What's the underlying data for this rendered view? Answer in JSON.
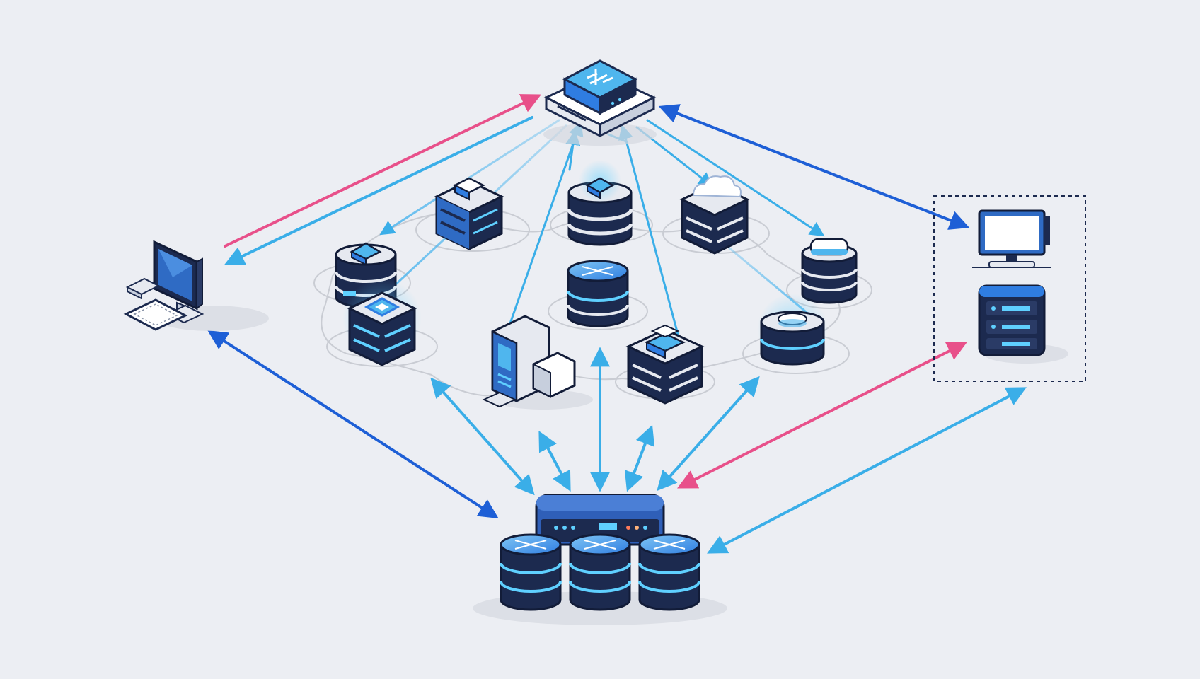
{
  "colors": {
    "background": "#eceef3",
    "navy": "#1c2a4f",
    "navy_dark": "#121c38",
    "blue": "#2f7de1",
    "blue_light": "#4fb6ee",
    "accent_dark": "#1e5fd6",
    "accent_pink": "#e8508a",
    "cyan_glow": "#5fd0ff",
    "ring": "#c9ccd3",
    "white": "#ffffff"
  },
  "icons": {
    "hub": "network-switch-icon",
    "client": "desktop-computer-icon",
    "storage": "database-cluster-icon",
    "remote_monitor": "monitor-icon",
    "remote_server": "server-rack-icon",
    "nodes": [
      "server-stack-icon",
      "server-stack-icon",
      "cloud-server-icon",
      "server-stack-icon",
      "database-icon",
      "cloud-server-icon",
      "chip-server-icon",
      "workstation-icon",
      "server-stack-icon",
      "server-stack-icon"
    ]
  },
  "diagram": {
    "connections": [
      {
        "from": "client",
        "to": "hub",
        "type": "pink"
      },
      {
        "from": "hub",
        "to": "client",
        "type": "light"
      },
      {
        "from": "client",
        "to": "storage",
        "type": "dark",
        "bidirectional": true
      },
      {
        "from": "hub",
        "to": "remote-group",
        "type": "dark",
        "bidirectional": true
      },
      {
        "from": "storage",
        "to": "remote-group",
        "type": "pink",
        "bidirectional": true
      },
      {
        "from": "storage",
        "to": "remote-group",
        "type": "light",
        "bidirectional": true
      },
      {
        "from": "storage",
        "to": "node-ring",
        "type": "light",
        "bidirectional": true,
        "count": 6
      },
      {
        "from": "hub",
        "to": "node-ring",
        "type": "light",
        "count": 8
      }
    ]
  }
}
